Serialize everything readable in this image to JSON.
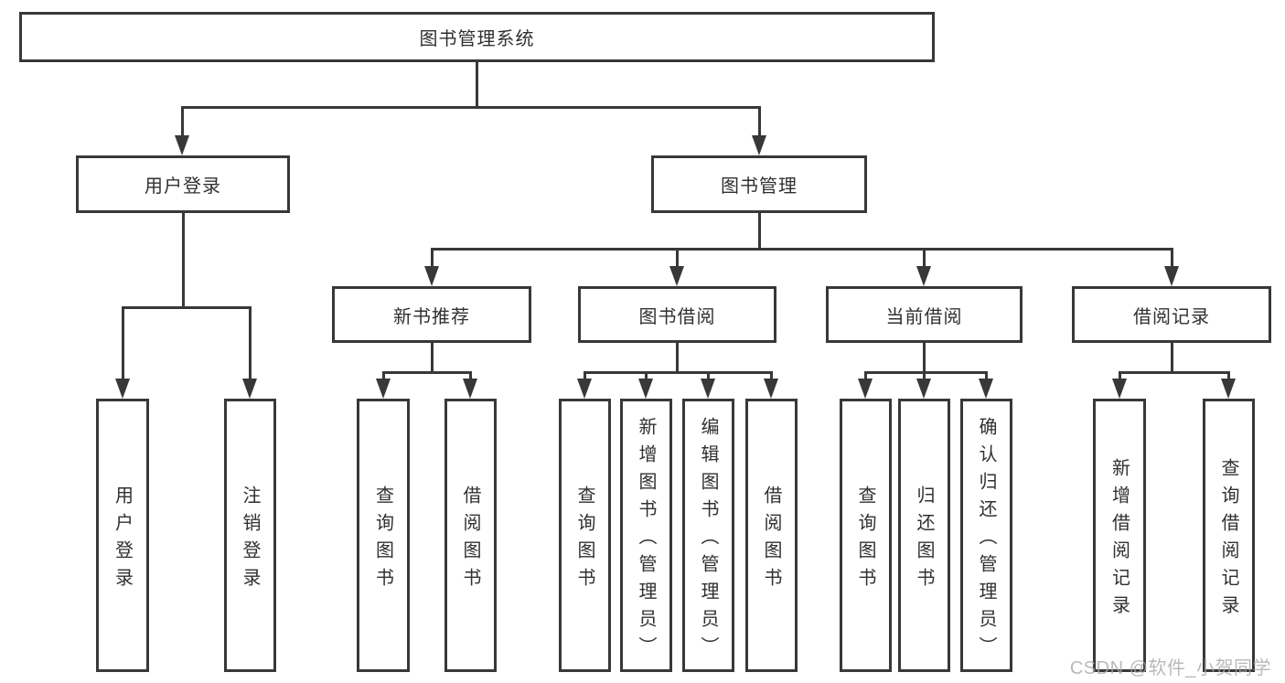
{
  "diagram": {
    "root": {
      "label": "图书管理系统"
    },
    "level2": {
      "user_login": {
        "label": "用户登录"
      },
      "book_mgmt": {
        "label": "图书管理"
      }
    },
    "level3": {
      "new_books": {
        "label": "新书推荐"
      },
      "book_borrow": {
        "label": "图书借阅"
      },
      "current_borrow": {
        "label": "当前借阅"
      },
      "borrow_records": {
        "label": "借阅记录"
      }
    },
    "leaves": {
      "user_login": {
        "label": "用户登录"
      },
      "logout": {
        "label": "注销登录"
      },
      "nb_query": {
        "label": "查询图书"
      },
      "nb_borrow": {
        "label": "借阅图书"
      },
      "bb_query": {
        "label": "查询图书"
      },
      "bb_add": {
        "label": "新增图书（管理员）"
      },
      "bb_edit": {
        "label": "编辑图书（管理员）"
      },
      "bb_borrow": {
        "label": "借阅图书"
      },
      "cb_query": {
        "label": "查询图书"
      },
      "cb_return": {
        "label": "归还图书"
      },
      "cb_confirm": {
        "label": "确认归还（管理员）"
      },
      "br_add": {
        "label": "新增借阅记录"
      },
      "br_query": {
        "label": "查询借阅记录"
      }
    }
  },
  "watermark": {
    "text": "CSDN @软件_小贺同学"
  },
  "colors": {
    "border": "#383838",
    "line": "#383838",
    "text": "#303030",
    "background": "#ffffff",
    "watermark": "#a8a8a8"
  }
}
